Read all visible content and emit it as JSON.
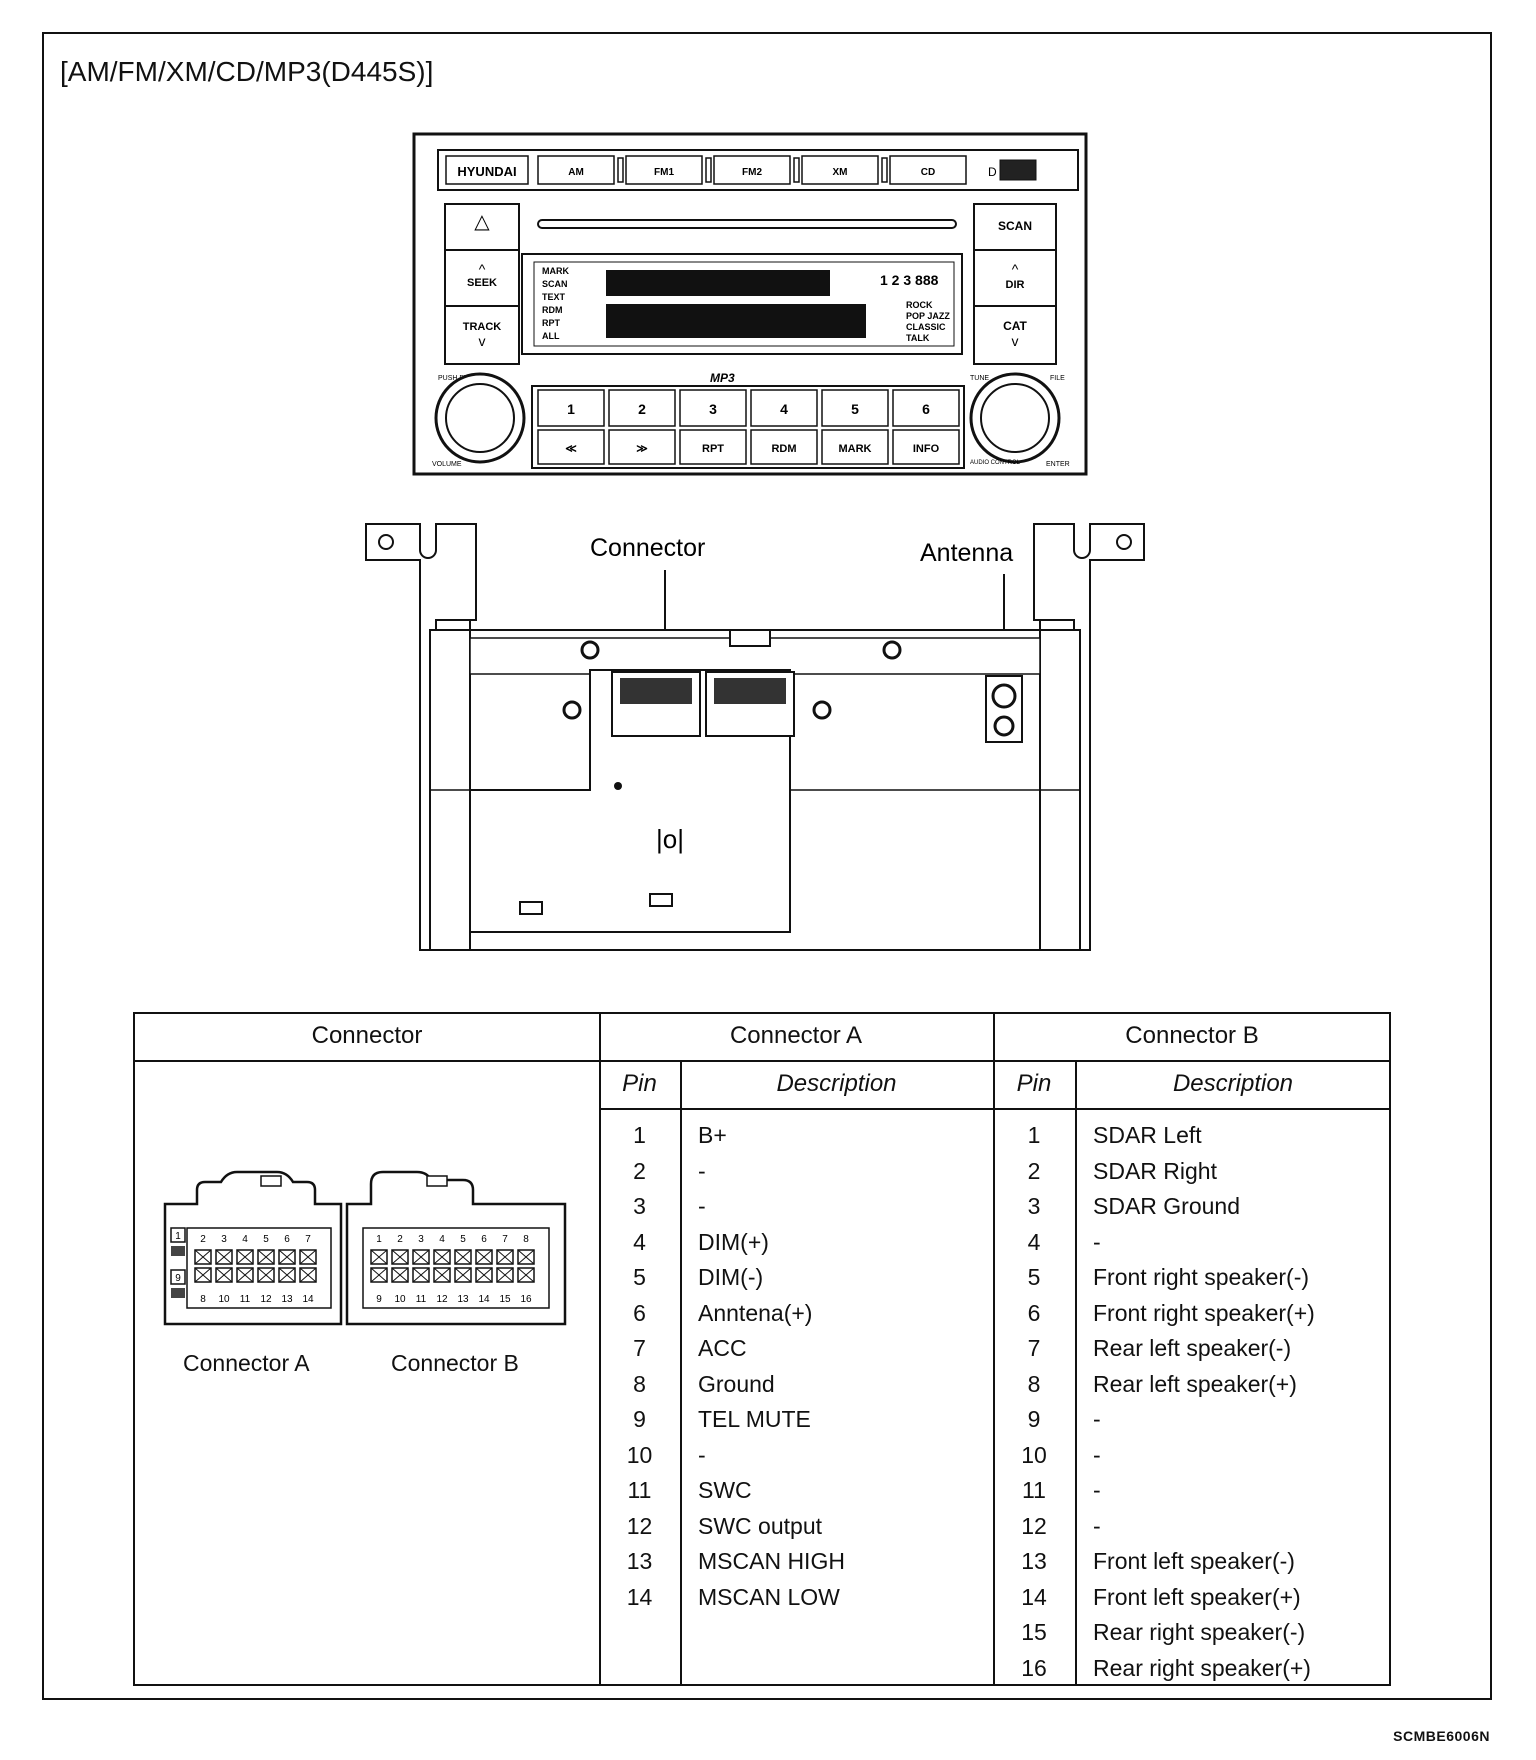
{
  "title": "[AM/FM/XM/CD/MP3(D445S)]",
  "figure_code": "SCMBE6006N",
  "head_unit": {
    "brand": "HYUNDAI",
    "top_buttons": [
      "AM",
      "FM1",
      "FM2",
      "XM",
      "CD"
    ],
    "top_right": "D",
    "left_buttons": [
      "SEEK",
      "TRACK"
    ],
    "right_buttons": [
      "SCAN",
      "DIR",
      "CAT"
    ],
    "display_left_labels": [
      "MARK",
      "SCAN",
      "TEXT",
      "RDM",
      "RPT",
      "ALL"
    ],
    "display_right_labels": [
      "ROCK",
      "POP JAZZ",
      "CLASSIC",
      "TALK"
    ],
    "mp3_label": "MP3",
    "preset_buttons": [
      "1",
      "2",
      "3",
      "4",
      "5",
      "6"
    ],
    "function_buttons": [
      "≪",
      "≫",
      "RPT",
      "RDM",
      "MARK",
      "INFO"
    ],
    "knob_labels": [
      "PUSH PWR",
      "VOLUME",
      "TUNE",
      "FILE",
      "AUDIO CONTROL",
      "ENTER"
    ]
  },
  "rear_view": {
    "connector_label": "Connector",
    "antenna_label": "Antenna"
  },
  "table": {
    "headers": [
      "Connector",
      "Connector A",
      "Connector B"
    ],
    "pin_header": "Pin",
    "description_header": "Description",
    "connector_a_label": "Connector A",
    "connector_b_label": "Connector B",
    "connector_a_pins_top": [
      "2",
      "3",
      "4",
      "5",
      "6",
      "7"
    ],
    "connector_a_pins_bottom": [
      "8",
      "10",
      "11",
      "12",
      "13",
      "14"
    ],
    "connector_a_side": [
      "1",
      "9"
    ],
    "connector_b_pins_top": [
      "1",
      "2",
      "3",
      "4",
      "5",
      "6",
      "7",
      "8"
    ],
    "connector_b_pins_bottom": [
      "9",
      "10",
      "11",
      "12",
      "13",
      "14",
      "15",
      "16"
    ],
    "connector_a": [
      {
        "pin": "1",
        "description": "B+"
      },
      {
        "pin": "2",
        "description": "-"
      },
      {
        "pin": "3",
        "description": "-"
      },
      {
        "pin": "4",
        "description": "DIM(+)"
      },
      {
        "pin": "5",
        "description": "DIM(-)"
      },
      {
        "pin": "6",
        "description": "Anntena(+)"
      },
      {
        "pin": "7",
        "description": "ACC"
      },
      {
        "pin": "8",
        "description": "Ground"
      },
      {
        "pin": "9",
        "description": "TEL MUTE"
      },
      {
        "pin": "10",
        "description": "-"
      },
      {
        "pin": "11",
        "description": "SWC"
      },
      {
        "pin": "12",
        "description": "SWC output"
      },
      {
        "pin": "13",
        "description": "MSCAN HIGH"
      },
      {
        "pin": "14",
        "description": "MSCAN LOW"
      }
    ],
    "connector_b": [
      {
        "pin": "1",
        "description": "SDAR Left"
      },
      {
        "pin": "2",
        "description": "SDAR Right"
      },
      {
        "pin": "3",
        "description": "SDAR Ground"
      },
      {
        "pin": "4",
        "description": "-"
      },
      {
        "pin": "5",
        "description": "Front right speaker(-)"
      },
      {
        "pin": "6",
        "description": "Front right speaker(+)"
      },
      {
        "pin": "7",
        "description": "Rear left speaker(-)"
      },
      {
        "pin": "8",
        "description": "Rear left speaker(+)"
      },
      {
        "pin": "9",
        "description": "-"
      },
      {
        "pin": "10",
        "description": "-"
      },
      {
        "pin": "11",
        "description": "-"
      },
      {
        "pin": "12",
        "description": "-"
      },
      {
        "pin": "13",
        "description": "Front left speaker(-)"
      },
      {
        "pin": "14",
        "description": "Front left speaker(+)"
      },
      {
        "pin": "15",
        "description": "Rear right speaker(-)"
      },
      {
        "pin": "16",
        "description": "Rear right speaker(+)"
      }
    ]
  }
}
